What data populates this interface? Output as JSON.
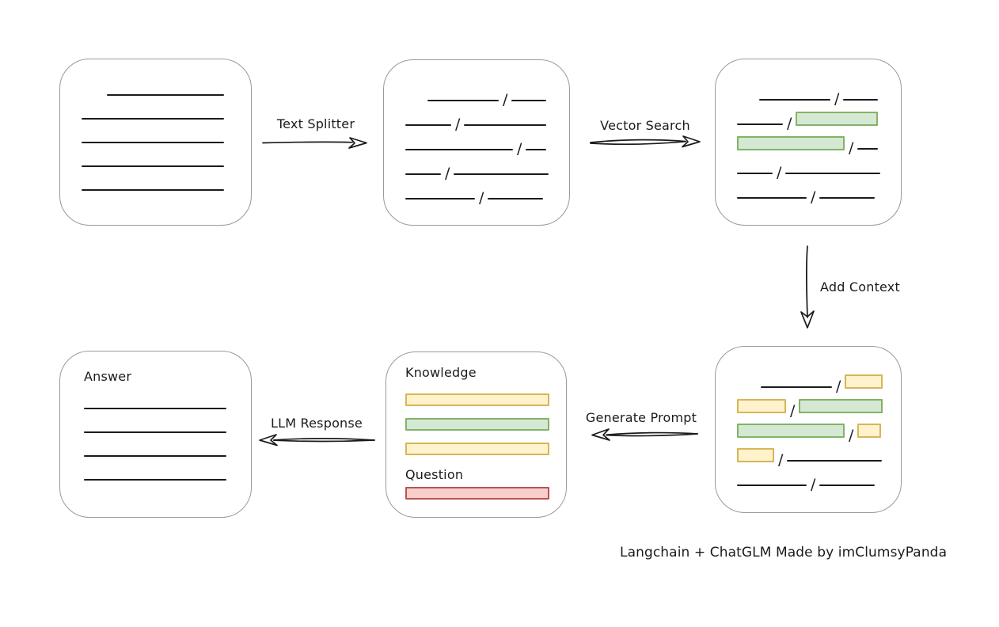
{
  "glyphs": {
    "slash": "/"
  },
  "colors": {
    "green_fill": "#d5e8d4",
    "green_stroke": "#82b366",
    "yellow_fill": "#fff2cc",
    "yellow_stroke": "#d6b656",
    "red_fill": "#f8cecc",
    "red_stroke": "#b85450",
    "ink": "#1b1b1b",
    "box_border": "#9a9a9a",
    "bg": "#ffffff"
  },
  "nodes": {
    "document": {
      "rows": [
        [
          {
            "t": "line",
            "w": 148,
            "ml": 32
          }
        ],
        [
          {
            "t": "line",
            "w": 180
          }
        ],
        [
          {
            "t": "line",
            "w": 180
          }
        ],
        [
          {
            "t": "line",
            "w": 180
          }
        ],
        [
          {
            "t": "line",
            "w": 180
          }
        ]
      ]
    },
    "chunks": {
      "rows": [
        [
          {
            "t": "line",
            "w": 90,
            "ml": 28
          },
          {
            "t": "slash"
          },
          {
            "t": "line",
            "w": 44
          }
        ],
        [
          {
            "t": "line",
            "w": 58
          },
          {
            "t": "slash"
          },
          {
            "t": "line",
            "w": 104
          }
        ],
        [
          {
            "t": "line",
            "w": 136
          },
          {
            "t": "slash"
          },
          {
            "t": "line",
            "w": 26
          }
        ],
        [
          {
            "t": "line",
            "w": 45
          },
          {
            "t": "slash"
          },
          {
            "t": "line",
            "w": 120
          }
        ],
        [
          {
            "t": "line",
            "w": 88
          },
          {
            "t": "slash"
          },
          {
            "t": "line",
            "w": 70
          }
        ]
      ]
    },
    "vector_matches": {
      "rows": [
        [
          {
            "t": "line",
            "w": 90,
            "ml": 28
          },
          {
            "t": "slash"
          },
          {
            "t": "line",
            "w": 44
          }
        ],
        [
          {
            "t": "line",
            "w": 58
          },
          {
            "t": "slash"
          },
          {
            "t": "green",
            "w": 104
          }
        ],
        [
          {
            "t": "green",
            "w": 136
          },
          {
            "t": "slash"
          },
          {
            "t": "line",
            "w": 26
          }
        ],
        [
          {
            "t": "line",
            "w": 45
          },
          {
            "t": "slash"
          },
          {
            "t": "line",
            "w": 120
          }
        ],
        [
          {
            "t": "line",
            "w": 88
          },
          {
            "t": "slash"
          },
          {
            "t": "line",
            "w": 70
          }
        ]
      ]
    },
    "context_chunks": {
      "rows": [
        [
          {
            "t": "line",
            "w": 90,
            "ml": 30
          },
          {
            "t": "slash"
          },
          {
            "t": "yellow",
            "w": 48
          }
        ],
        [
          {
            "t": "yellow",
            "w": 62
          },
          {
            "t": "slash"
          },
          {
            "t": "green",
            "w": 106
          }
        ],
        [
          {
            "t": "green",
            "w": 136
          },
          {
            "t": "slash"
          },
          {
            "t": "yellow",
            "w": 30
          }
        ],
        [
          {
            "t": "yellow",
            "w": 47
          },
          {
            "t": "slash"
          },
          {
            "t": "line",
            "w": 120
          }
        ],
        [
          {
            "t": "line",
            "w": 88
          },
          {
            "t": "slash"
          },
          {
            "t": "line",
            "w": 70
          }
        ]
      ]
    },
    "prompt": {
      "knowledge_label": "Knowledge",
      "question_label": "Question",
      "knowledge_rows": [
        [
          {
            "t": "yellow",
            "w": 182
          }
        ],
        [
          {
            "t": "green",
            "w": 182
          }
        ],
        [
          {
            "t": "yellow",
            "w": 182
          }
        ]
      ],
      "question_rows": [
        [
          {
            "t": "red",
            "w": 182
          }
        ]
      ]
    },
    "answer": {
      "label": "Answer",
      "rows": [
        [
          {
            "t": "line",
            "w": 180
          }
        ],
        [
          {
            "t": "line",
            "w": 180
          }
        ],
        [
          {
            "t": "line",
            "w": 180
          }
        ],
        [
          {
            "t": "line",
            "w": 180
          }
        ]
      ]
    }
  },
  "arrows": {
    "text_splitter": {
      "label": "Text Splitter"
    },
    "vector_search": {
      "label": "Vector Search"
    },
    "add_context": {
      "label": "Add Context"
    },
    "generate_prompt": {
      "label": "Generate Prompt"
    },
    "llm_response": {
      "label": "LLM Response"
    }
  },
  "caption": "Langchain + ChatGLM Made by imClumsyPanda"
}
